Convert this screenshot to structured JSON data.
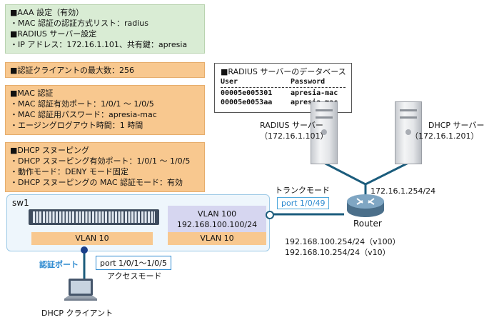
{
  "aaa_box": [
    "■AAA 設定（有効）",
    "・MAC 認証の認証方式リスト：radius",
    "■RADIUS サーバー設定",
    "・IP アドレス：172.16.1.101、共有鍵：apresia"
  ],
  "max_clients": "■認証クライアントの最大数：256",
  "mac_auth": [
    "■MAC 認証",
    "・MAC 認証有効ポート：1/0/1 ～ 1/0/5",
    "・MAC 認証用パスワード：apresia-mac",
    "・エージングログアウト時間：1 時間"
  ],
  "dhcp_snoop": [
    "■DHCP スヌーピング",
    "・DHCP スヌーピング有効ポート：1/0/1 ～ 1/0/5",
    "・動作モード：DENY モード固定",
    "・DHCP スヌーピングの MAC 認証モード：有効"
  ],
  "radius_db": {
    "title": "■RADIUS サーバーのデータベース",
    "header": {
      "user": "User",
      "password": "Password"
    },
    "rows": [
      {
        "user": "00005e005301",
        "password": "apresia-mac"
      },
      {
        "user": "00005e0053aa",
        "password": "apresia-mac"
      }
    ]
  },
  "radius_server": {
    "name": "RADIUS サーバー",
    "ip": "（172.16.1.101）"
  },
  "dhcp_server": {
    "name": "DHCP サーバー",
    "ip": "（172.16.1.201）"
  },
  "router": {
    "label": "Router",
    "uplink_ip": "172.16.1.254/24",
    "ip_v100": "192.168.100.254/24（v100）",
    "ip_v10": "192.168.10.254/24（v10）"
  },
  "trunk": {
    "label": "トランクモード",
    "port": "port 1/0/49"
  },
  "switch": {
    "name": "sw1",
    "vlan10_left": "VLAN 10",
    "vlan100": "VLAN 100",
    "vlan100_ip": "192.168.100.100/24",
    "vlan10_right": "VLAN 10"
  },
  "auth_port": "認証ポート",
  "access": {
    "port": "port 1/0/1～1/0/5",
    "mode": "アクセスモード"
  },
  "client": "DHCP クライアント",
  "colors": {
    "green": "#d9ecd4",
    "orange": "#f8c88f",
    "lavender": "#d6d6f0",
    "panel": "#eef6fc",
    "link": "#1b5c7c",
    "accent": "#2d8ad0"
  }
}
